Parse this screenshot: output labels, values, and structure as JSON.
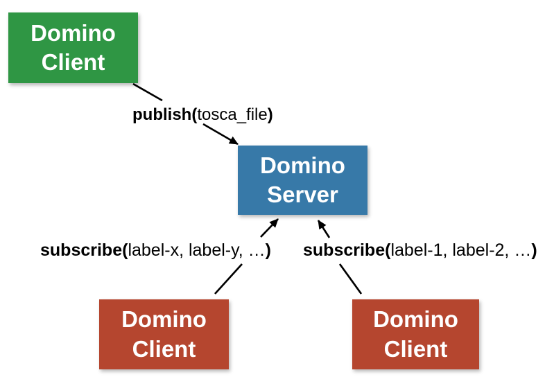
{
  "colors": {
    "background": "#ffffff",
    "publisher_green": "#2f9644",
    "server_blue": "#3779a8",
    "subscriber_red": "#b5462f",
    "node_text": "#ffffff",
    "arrow": "#000000",
    "label_text": "#000000"
  },
  "nodes": [
    {
      "id": "client-publisher",
      "lines": [
        "Domino",
        "Client"
      ],
      "color": "#2f9644",
      "text_color": "#ffffff"
    },
    {
      "id": "server",
      "lines": [
        "Domino",
        "Server"
      ],
      "color": "#3779a8",
      "text_color": "#ffffff"
    },
    {
      "id": "client-subscriber-left",
      "lines": [
        "Domino",
        "Client"
      ],
      "color": "#b5462f",
      "text_color": "#ffffff"
    },
    {
      "id": "client-subscriber-right",
      "lines": [
        "Domino",
        "Client"
      ],
      "color": "#b5462f",
      "text_color": "#ffffff"
    }
  ],
  "edges": [
    {
      "id": "publish",
      "from": "client-publisher",
      "to": "server",
      "open": "publish(",
      "arg": "tosca_file",
      "close": ")"
    },
    {
      "id": "subscribe-left",
      "from": "client-subscriber-left",
      "to": "server",
      "open": "subscribe(",
      "arg": "label-x, label-y, …",
      "close": ")"
    },
    {
      "id": "subscribe-right",
      "from": "client-subscriber-right",
      "to": "server",
      "open": "subscribe(",
      "arg": "label-1, label-2, …",
      "close": ")"
    }
  ]
}
